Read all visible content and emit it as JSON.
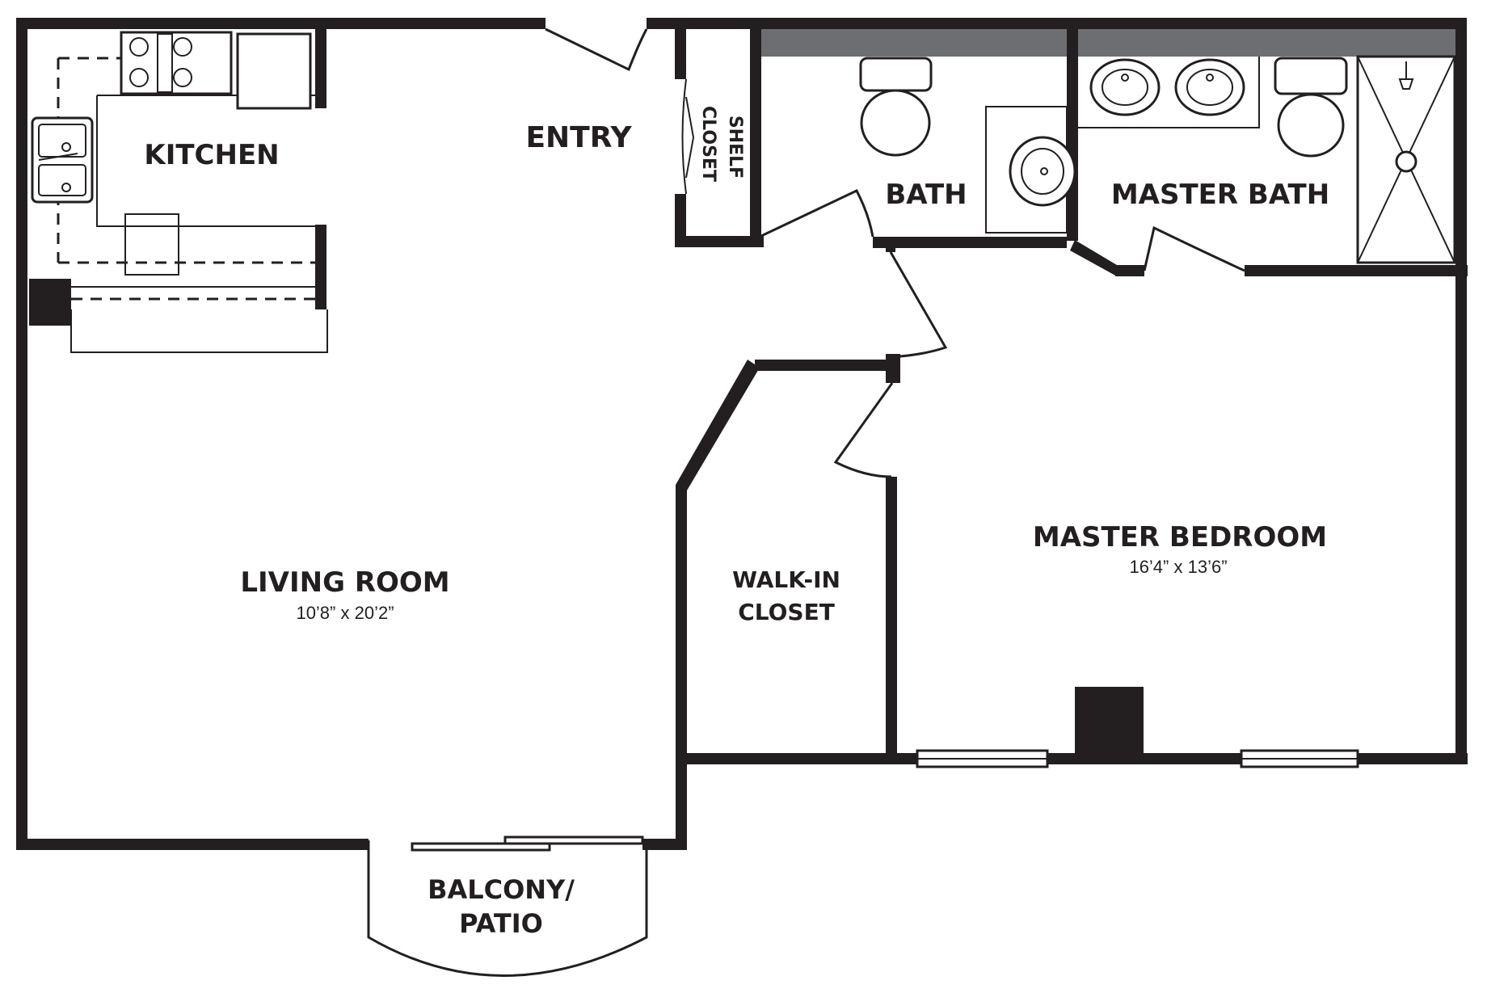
{
  "rooms": {
    "kitchen": "KITCHEN",
    "entry": "ENTRY",
    "shelf": "SHELF",
    "closet": "CLOSET",
    "bath": "BATH",
    "master_bath": "MASTER BATH",
    "living_room": "LIVING ROOM",
    "living_dim": "10’8” x 20’2”",
    "walkin_line1": "WALK-IN",
    "walkin_line2": "CLOSET",
    "master_bedroom": "MASTER BEDROOM",
    "bedroom_dim": "16’4” x 13’6”",
    "balcony_line1": "BALCONY/",
    "balcony_line2": "PATIO"
  },
  "colors": {
    "wall": "#231f20",
    "counter_shade": "#6d6e71"
  }
}
